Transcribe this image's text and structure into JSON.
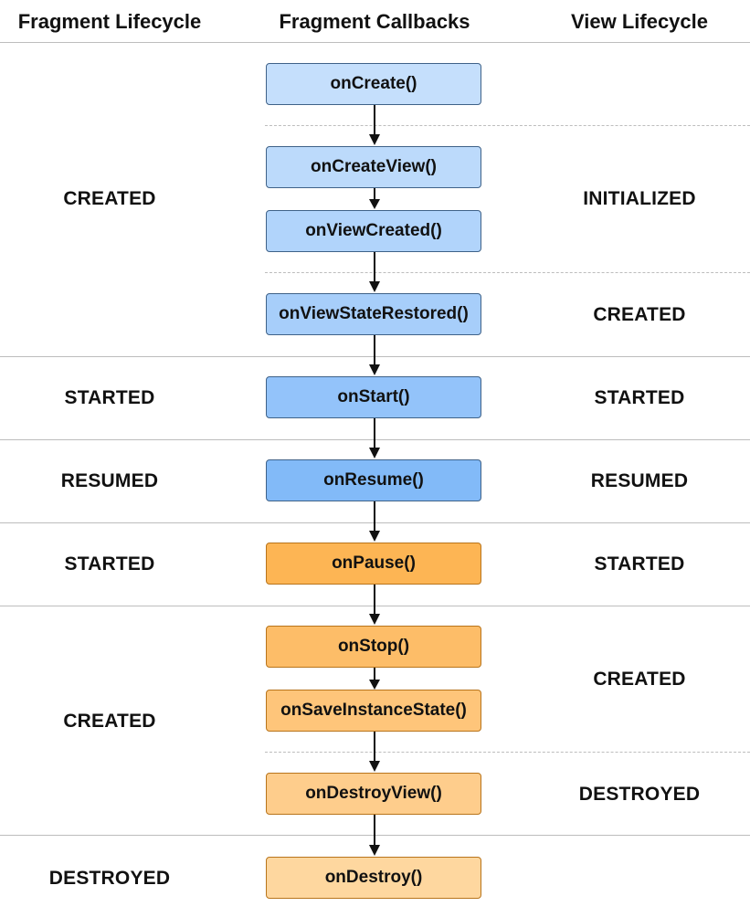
{
  "headers": {
    "fragment": "Fragment Lifecycle",
    "callbacks": "Fragment Callbacks",
    "view": "View Lifecycle"
  },
  "callbacks": [
    {
      "label": "onCreate()",
      "color": "#c5dffc"
    },
    {
      "label": "onCreateView()",
      "color": "#bcdafb"
    },
    {
      "label": "onViewCreated()",
      "color": "#b1d4fb"
    },
    {
      "label": "onViewStateRestored()",
      "color": "#a7cefa"
    },
    {
      "label": "onStart()",
      "color": "#93c3fa"
    },
    {
      "label": "onResume()",
      "color": "#82baf8"
    },
    {
      "label": "onPause()",
      "color": "#fdb554"
    },
    {
      "label": "onStop()",
      "color": "#fdbd68"
    },
    {
      "label": "onSaveInstanceState()",
      "color": "#fec57a"
    },
    {
      "label": "onDestroyView()",
      "color": "#fecd8c"
    },
    {
      "label": "onDestroy()",
      "color": "#fed79f"
    }
  ],
  "fragment_states": [
    {
      "label": "CREATED"
    },
    {
      "label": "STARTED"
    },
    {
      "label": "RESUMED"
    },
    {
      "label": "STARTED"
    },
    {
      "label": "CREATED"
    },
    {
      "label": "DESTROYED"
    }
  ],
  "view_states": [
    {
      "label": "INITIALIZED"
    },
    {
      "label": "CREATED"
    },
    {
      "label": "STARTED"
    },
    {
      "label": "RESUMED"
    },
    {
      "label": "STARTED"
    },
    {
      "label": "CREATED"
    },
    {
      "label": "DESTROYED"
    }
  ],
  "colors": {
    "cool_border": "#3f6288",
    "warm_border": "#b8741b",
    "divider": "#bdbdbd",
    "arrow": "#111111"
  }
}
